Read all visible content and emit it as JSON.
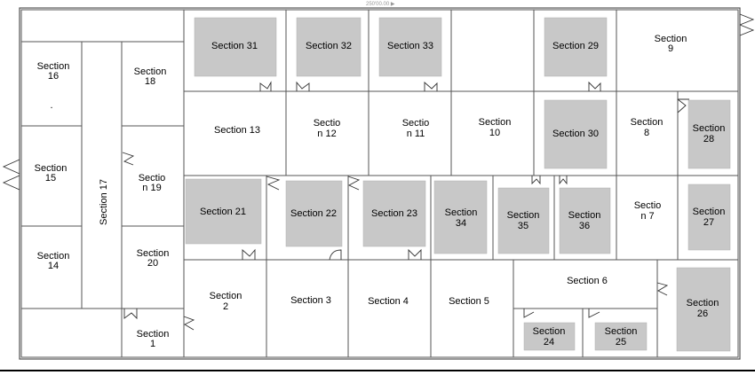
{
  "ruler_label": "250'00.00 ▶",
  "sections": {
    "s1": [
      "Section",
      "1"
    ],
    "s2": [
      "Section",
      "2"
    ],
    "s3": [
      "Section 3"
    ],
    "s4": [
      "Section 4"
    ],
    "s5": [
      "Section 5"
    ],
    "s6": [
      "Section 6"
    ],
    "s7": [
      "Sectio",
      "n 7"
    ],
    "s8": [
      "Section",
      "8"
    ],
    "s9": [
      "Section",
      "9"
    ],
    "s10": [
      "Section",
      "10"
    ],
    "s11": [
      "Sectio",
      "n 11"
    ],
    "s12": [
      "Sectio",
      "n 12"
    ],
    "s13": [
      "Section 13"
    ],
    "s14": [
      "Section",
      "14"
    ],
    "s15": [
      "Section",
      "15"
    ],
    "s16": [
      "Section",
      "16"
    ],
    "s17": [
      "Section 17"
    ],
    "s18": [
      "Section",
      "18"
    ],
    "s19": [
      "Sectio",
      "n 19"
    ],
    "s20": [
      "Section",
      "20"
    ],
    "s21": [
      "Section 21"
    ],
    "s22": [
      "Section 22"
    ],
    "s23": [
      "Section 23"
    ],
    "s24": [
      "Section",
      "24"
    ],
    "s25": [
      "Section",
      "25"
    ],
    "s26": [
      "Section",
      "26"
    ],
    "s27": [
      "Section",
      "27"
    ],
    "s28": [
      "Section",
      "28"
    ],
    "s29": [
      "Section 29"
    ],
    "s30": [
      "Section 30"
    ],
    "s31": [
      "Section 31"
    ],
    "s32": [
      "Section 32"
    ],
    "s33": [
      "Section 33"
    ],
    "s34": [
      "Section",
      "34"
    ],
    "s35": [
      "Section",
      "35"
    ],
    "s36": [
      "Section",
      "36"
    ]
  },
  "dot_mark": "."
}
